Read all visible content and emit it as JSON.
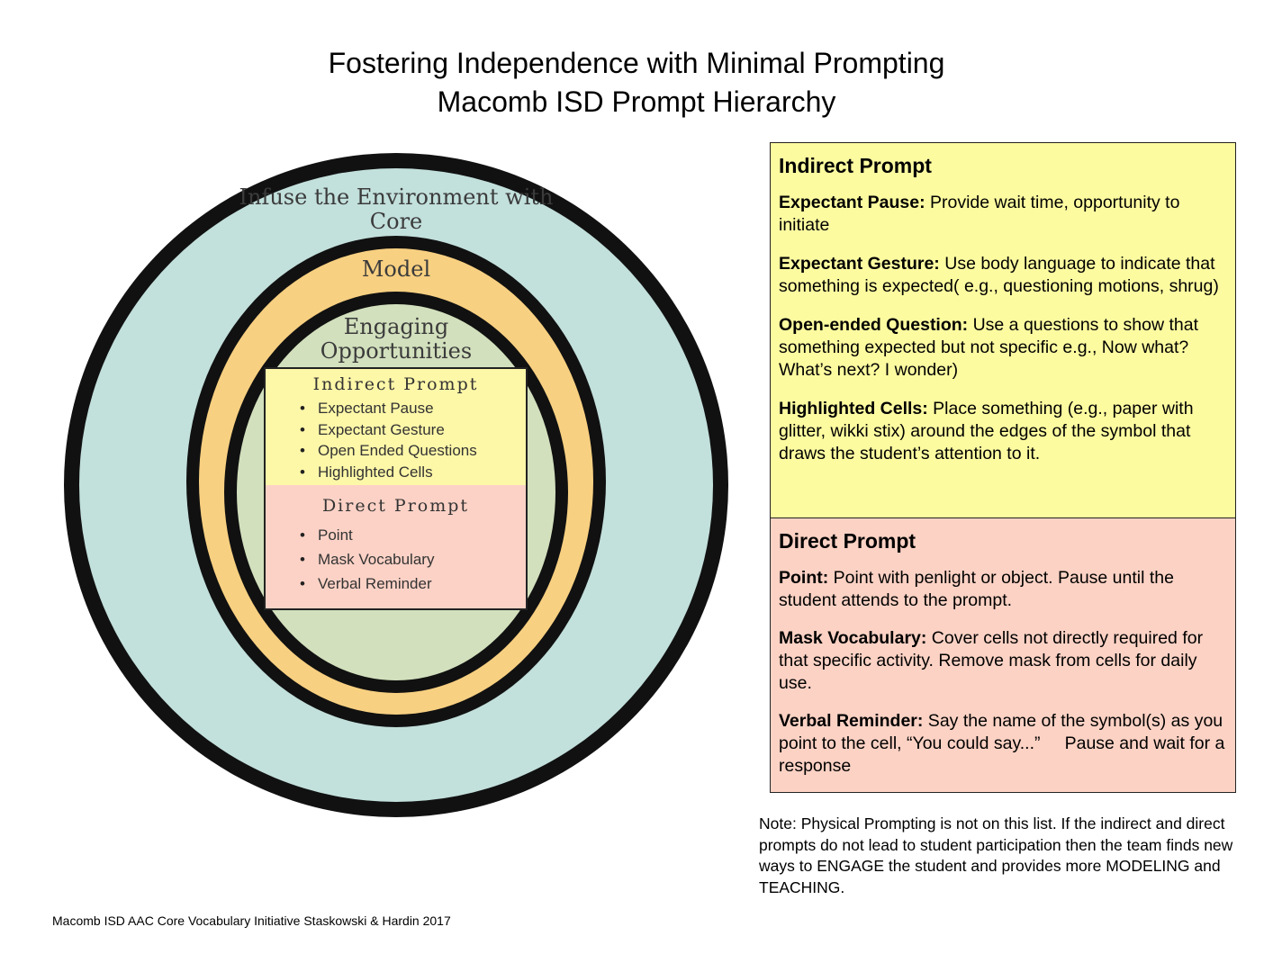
{
  "title": {
    "line1": "Fostering Independence with Minimal Prompting",
    "line2": "Macomb ISD Prompt Hierarchy"
  },
  "diagram": {
    "outer_label": "Infuse the Environment with Core",
    "middle_label": "Model",
    "inner_label": "Engaging Opportunities",
    "indirect_box": {
      "title": "Indirect Prompt",
      "items": [
        "Expectant Pause",
        "Expectant Gesture",
        "Open Ended Questions",
        "Highlighted Cells"
      ]
    },
    "direct_box": {
      "title": "Direct Prompt",
      "items": [
        "Point",
        "Mask Vocabulary",
        "Verbal Reminder"
      ]
    },
    "colors": {
      "outer_ring": "#c2e0dc",
      "middle_ring": "#f8d081",
      "inner_ring": "#d2e0bd",
      "indirect_fill": "#fdf7a8",
      "direct_fill": "#fcd2c6",
      "borders": "#111111"
    }
  },
  "panels": {
    "indirect": {
      "heading": "Indirect Prompt",
      "entries": [
        {
          "term": "Expectant Pause:",
          "desc": " Provide wait time, opportunity to initiate"
        },
        {
          "term": "Expectant Gesture:",
          "desc": " Use body language to indicate that something is expected( e.g., questioning motions, shrug)"
        },
        {
          "term": "Open-ended Question:",
          "desc": " Use a questions to show that something expected but not specific e.g., Now what? What’s next? I wonder)"
        },
        {
          "term": "Highlighted Cells:",
          "desc": " Place something (e.g., paper with glitter, wikki stix) around the edges of the symbol that draws the student’s attention to it."
        }
      ]
    },
    "direct": {
      "heading": "Direct Prompt",
      "entries": [
        {
          "term": "Point:",
          "desc": " Point with penlight or object. Pause until the student attends to the prompt."
        },
        {
          "term": "Mask Vocabulary:",
          "desc": " Cover cells not directly required for that specific activity. Remove mask from cells for daily use."
        },
        {
          "term": "Verbal Reminder:",
          "desc": " Say the name of the symbol(s) as you point to the cell, “You could say...”     Pause and wait for a response"
        }
      ]
    }
  },
  "note": "Note: Physical Prompting is not on this list. If the indirect and direct prompts do not lead to student participation then the team finds new ways to ENGAGE the student and provides more MODELING and TEACHING.",
  "footer": "Macomb ISD AAC Core Vocabulary Initiative Staskowski & Hardin 2017"
}
